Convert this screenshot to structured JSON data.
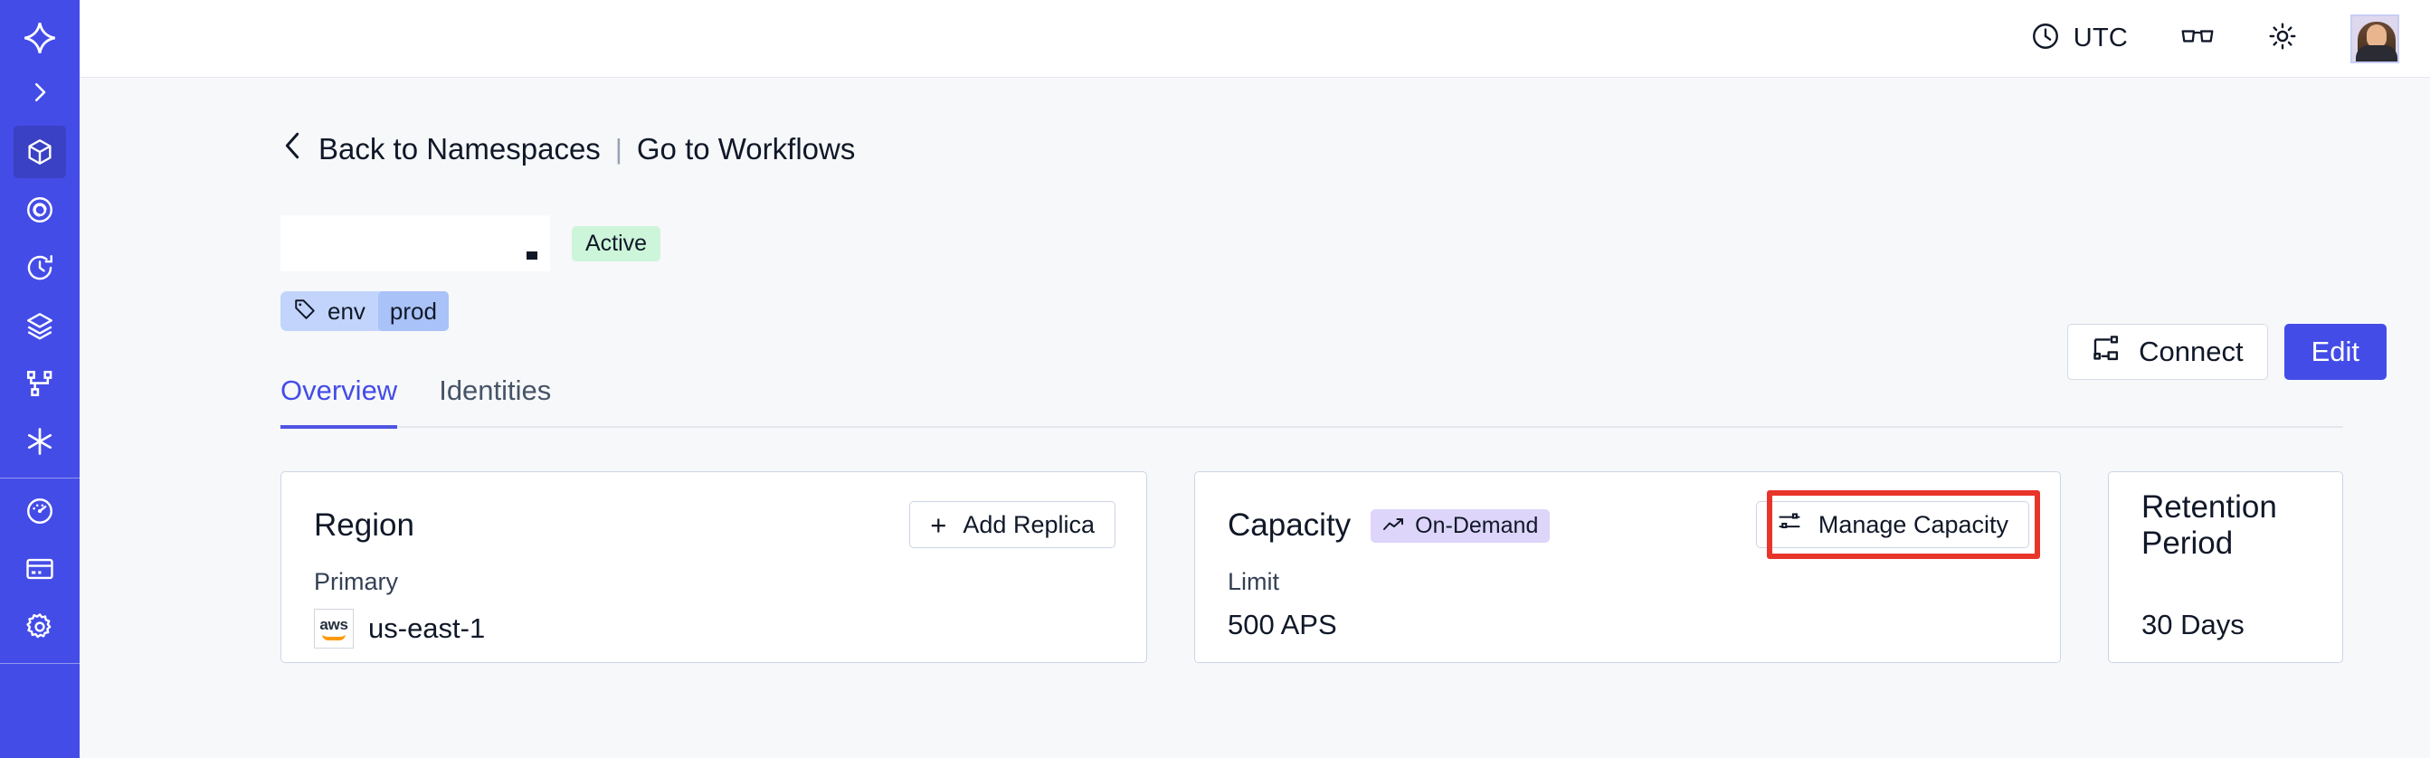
{
  "colors": {
    "sidebar_bg": "#444ce7",
    "sidebar_active": "#3a41c4",
    "accent": "#444ce7",
    "page_bg": "#f7f8fa",
    "card_border": "#ccd5e4",
    "badge_active_bg": "#cdf5da",
    "badge_ondemand_bg": "#ded5fb",
    "tag_bg": "#c2d4fb",
    "tag_value_bg": "#a9c2f8",
    "annotation_red": "#e8352a"
  },
  "sidebar": {
    "logo_icon": "temporal-logo-icon",
    "toggle_icon": "chevron-right-icon",
    "items": [
      {
        "name": "namespaces",
        "icon": "cube-icon",
        "active": true
      },
      {
        "name": "observability",
        "icon": "eye-spiral-icon",
        "active": false
      },
      {
        "name": "schedules",
        "icon": "timer-icon",
        "active": false
      },
      {
        "name": "batch-operations",
        "icon": "layers-icon",
        "active": false
      },
      {
        "name": "workflows",
        "icon": "git-branch-icon",
        "active": false
      },
      {
        "name": "nexus",
        "icon": "asterisk-icon",
        "active": false
      }
    ],
    "items_bottom": [
      {
        "name": "usage",
        "icon": "gauge-icon",
        "active": false
      },
      {
        "name": "billing",
        "icon": "credit-card-icon",
        "active": false
      },
      {
        "name": "settings",
        "icon": "gear-icon",
        "active": false
      }
    ]
  },
  "topbar": {
    "timezone_icon": "clock-icon",
    "timezone_label": "UTC",
    "glasses_icon": "glasses-icon",
    "theme_icon": "sun-icon",
    "avatar_icon": "avatar"
  },
  "breadcrumb": {
    "back_icon": "chevron-left-icon",
    "back_label": "Back to Namespaces",
    "separator": "|",
    "link_label": "Go to Workflows"
  },
  "header": {
    "title_redacted": "",
    "status_badge": "Active",
    "tag": {
      "icon": "tag-icon",
      "key": "env",
      "value": "prod"
    },
    "connect_button": {
      "icon": "connect-icon",
      "label": "Connect"
    },
    "edit_button": {
      "label": "Edit"
    }
  },
  "tabs": [
    {
      "label": "Overview",
      "active": true
    },
    {
      "label": "Identities",
      "active": false
    }
  ],
  "cards": {
    "region": {
      "title": "Region",
      "action": {
        "icon": "plus-icon",
        "label": "Add Replica"
      },
      "sub_label": "Primary",
      "provider_icon": "aws-logo",
      "value": "us-east-1"
    },
    "capacity": {
      "title": "Capacity",
      "badge": {
        "icon": "trending-up-icon",
        "label": "On-Demand"
      },
      "action": {
        "icon": "sliders-icon",
        "label": "Manage Capacity"
      },
      "sub_label": "Limit",
      "value": "500 APS"
    },
    "retention": {
      "title": "Retention Period",
      "value": "30 Days"
    }
  }
}
